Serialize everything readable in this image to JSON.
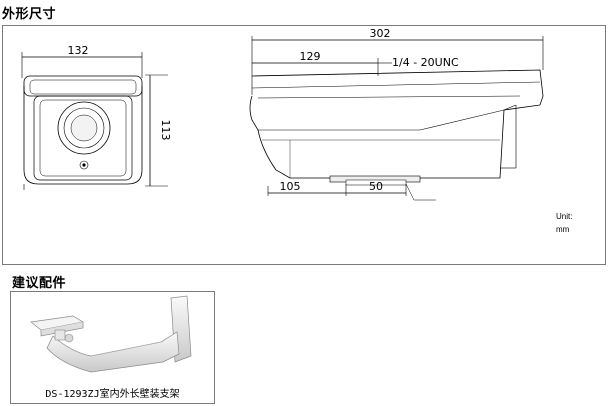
{
  "sections": {
    "dimensions_title": "外形尺寸",
    "accessories_title": "建议配件"
  },
  "front_view": {
    "width_label": "132",
    "height_label": "113"
  },
  "side_view": {
    "total_length_label": "302",
    "length_129_label": "129",
    "thread_label": "1/4 - 20UNC",
    "length_105_label": "105",
    "length_50_label": "50"
  },
  "units": {
    "label": "Unit:",
    "value": "mm"
  },
  "accessory": {
    "caption": "DS-1293ZJ室内外长壁装支架"
  }
}
